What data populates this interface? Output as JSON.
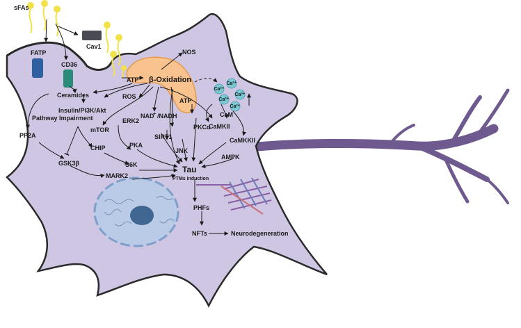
{
  "labels": {
    "sfas": "sFAs",
    "fatp": "FATP",
    "cd36": "CD36",
    "cav1": "Cav1",
    "nos": "NOS",
    "beta_oxidation": "β-Oxidation",
    "atp_left": "ATP",
    "atp_mito": "ATP",
    "ceramides": "Ceramides",
    "ros": "ROS",
    "insulin_pathway_line1": "Insulin/PI3K/Akt",
    "insulin_pathway_line2": "Pathway Impairment",
    "nad": "NAD",
    "nad_sup": "+",
    "nadh": "/NADH",
    "mtor": "mTOR",
    "erk2": "ERK2",
    "sirt1": "SIRT1",
    "pkc": "PKCα",
    "cam": "CaM",
    "camkii": "CaMKII",
    "camkkii": "CaMKKII",
    "pp2a": "PP2A",
    "chip": "CHIP",
    "pka": "PKA",
    "jnk": "JNK",
    "ampk": "AMPK",
    "gsk3b": "GSK3β",
    "s6k": "S6K",
    "tau": "Tau",
    "mark2": "MARK2",
    "ptms": "PTMs induction",
    "phfs": "PHFs",
    "nfts": "NFTs",
    "neurodegeneration": "Neurodegeneration",
    "ca": "Ca²⁺"
  },
  "colors": {
    "cell_fill": "#cfc6e4",
    "cell_stroke": "#2a2a2a",
    "axon": "#6e5a8f",
    "nucleus_fill": "#b9cbe6",
    "nucleus_border": "#7f9fc9",
    "nucleolus": "#3f6791",
    "mito_fill": "#f8c38e",
    "mito_stroke": "#e59a52",
    "fatty_acid": "#f1e24a",
    "fatp": "#2f5f9e",
    "cd36": "#2c8a7a",
    "cav1": "#4a4a52",
    "calcium": "#7cc9d3"
  }
}
